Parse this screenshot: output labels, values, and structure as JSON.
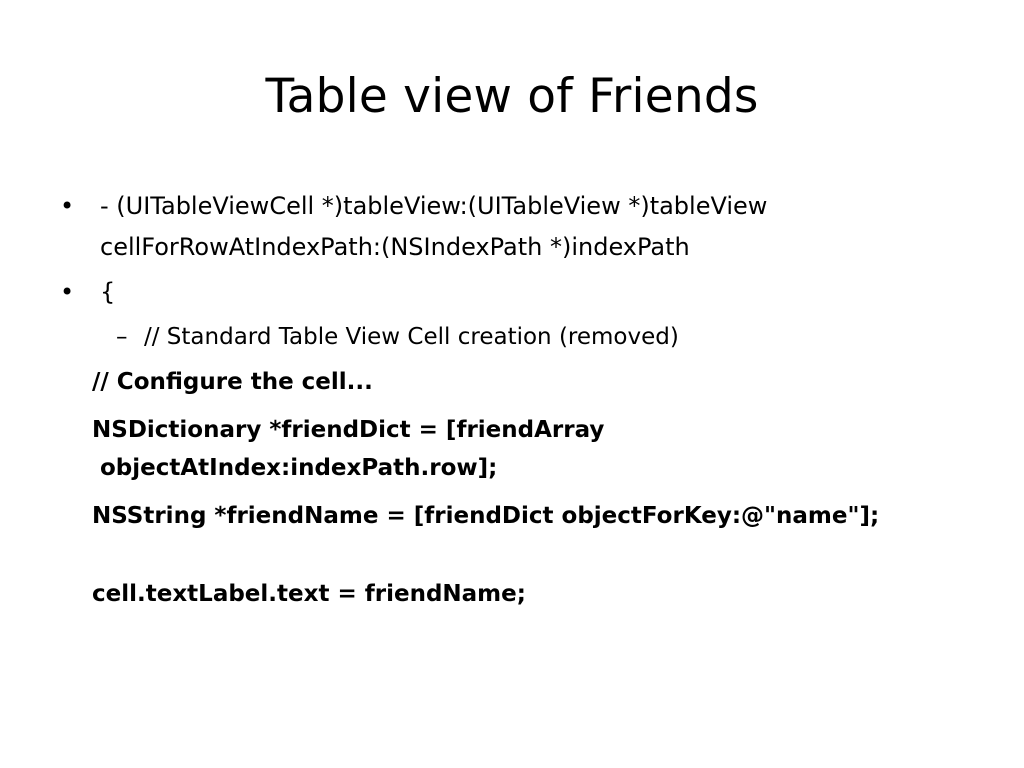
{
  "slide": {
    "title": "Table view of Friends",
    "bullets": [
      {
        "lines": [
          "- (UITableViewCell *)tableView:(UITableView *)tableView",
          "cellForRowAtIndexPath:(NSIndexPath *)indexPath"
        ]
      },
      {
        "lines": [
          "{"
        ]
      }
    ],
    "sub_bullet": "// Standard Table View Cell creation   (removed)",
    "code_lines": [
      "// Configure the cell...",
      "NSDictionary *friendDict = [friendArray",
      "objectAtIndex:indexPath.row];",
      "NSString *friendName = [friendDict objectForKey:@\"name\"];",
      "cell.textLabel.text = friendName;"
    ],
    "glyphs": {
      "bullet": "•",
      "dash": "–"
    }
  }
}
